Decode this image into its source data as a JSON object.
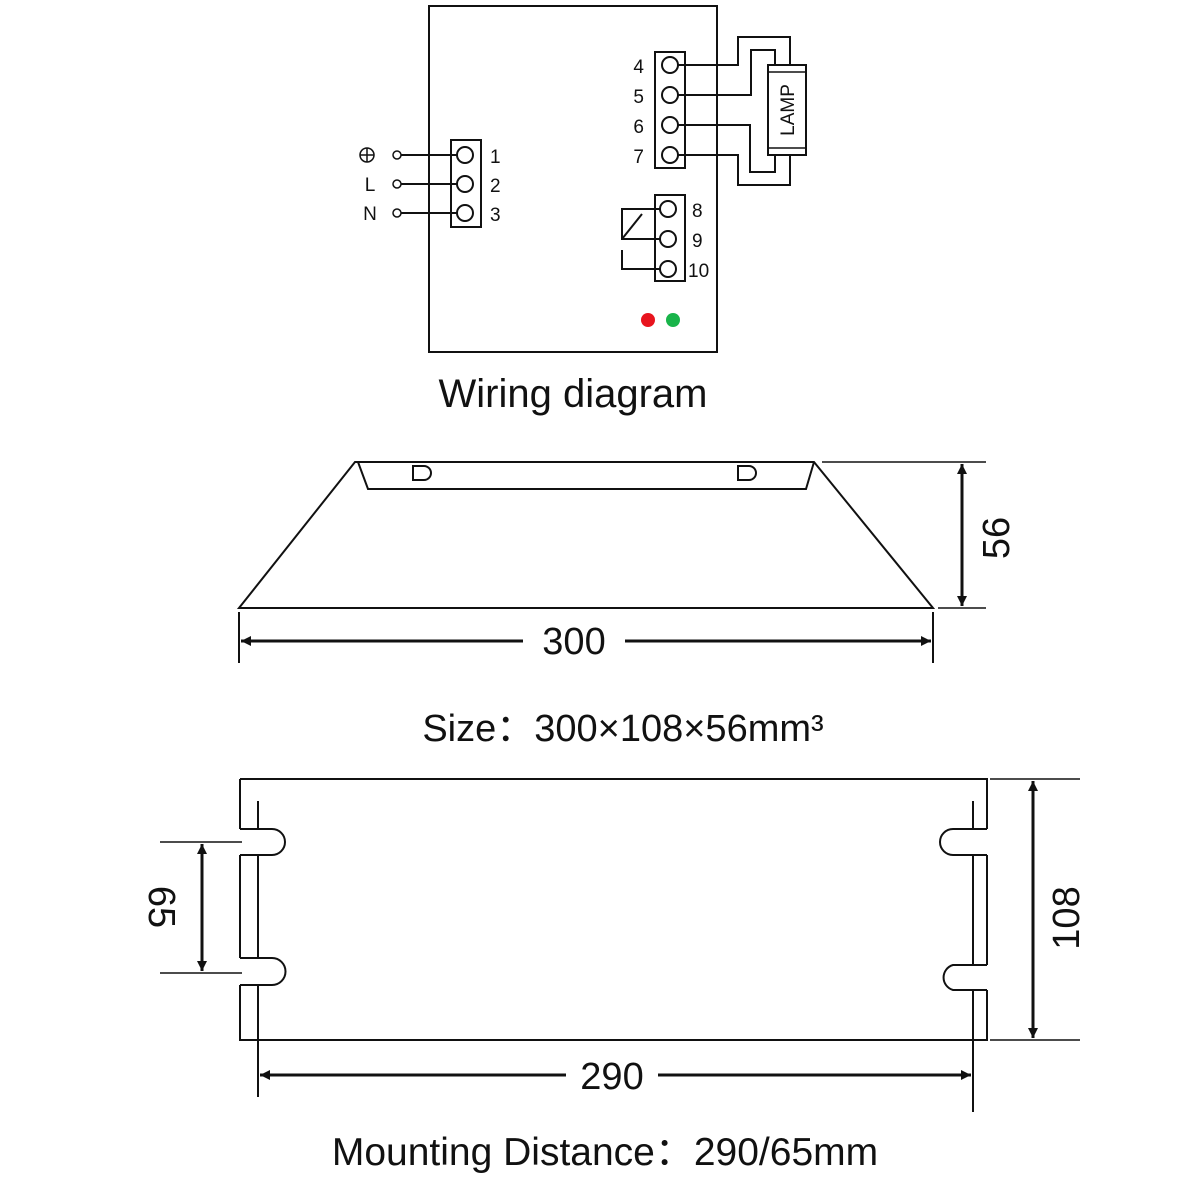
{
  "wiring": {
    "caption": "Wiring diagram",
    "input_terminals": [
      {
        "symbol": "",
        "number": "1",
        "icon": "ground-icon"
      },
      {
        "symbol": "L",
        "number": "2"
      },
      {
        "symbol": "N",
        "number": "3"
      }
    ],
    "lamp_terminals": [
      "4",
      "5",
      "6",
      "7"
    ],
    "lamp_label": "LAMP",
    "switch_terminals": [
      "8",
      "9",
      "10"
    ],
    "indicators": [
      {
        "name": "red-indicator",
        "color": "#e8141e"
      },
      {
        "name": "green-indicator",
        "color": "#19b44a"
      }
    ]
  },
  "side_view": {
    "width_label": "300",
    "height_label": "56",
    "caption": "Size：300×108×56mm³"
  },
  "top_view": {
    "mount_length_label": "290",
    "mount_spacing_label": "65",
    "depth_label": "108",
    "caption": "Mounting  Distance：290/65mm"
  }
}
